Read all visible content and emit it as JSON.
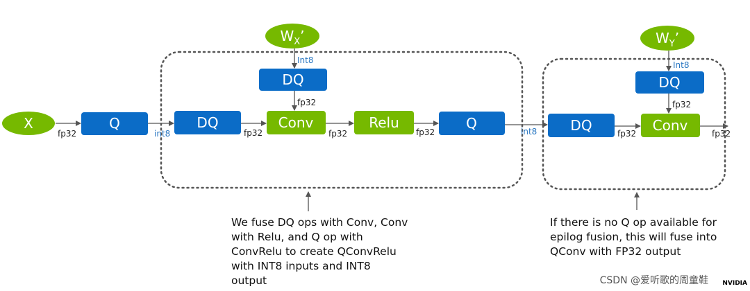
{
  "colors": {
    "green": "#76b900",
    "blue": "#0b6cc7",
    "line": "#555555",
    "dotted": "#555555",
    "int_label": "#2b78c2"
  },
  "nodes": {
    "x": "X",
    "q_input": "Q",
    "dq_left": "DQ",
    "dq_weight_left": "DQ",
    "conv_left": "Conv",
    "relu": "Relu",
    "q_left": "Q",
    "dq_right": "DQ",
    "dq_weight_right": "DQ",
    "conv_right": "Conv",
    "wx_base": "W",
    "wx_sub": "X",
    "wx_prime": "’",
    "wy_base": "W",
    "wy_sub": "Y",
    "wy_prime": "’"
  },
  "edge_labels": {
    "x_to_q": "fp32",
    "q_to_dq": "int8",
    "dq_to_conv": "fp32",
    "wx_to_dq": "Int8",
    "dqw_to_conv": "fp32",
    "conv_to_relu": "fp32",
    "relu_to_q": "fp32",
    "q_to_dq_right": "int8",
    "dq_right_to_conv": "fp32",
    "wy_to_dq": "Int8",
    "dqw_right_to_conv": "fp32",
    "conv_out": "fp32"
  },
  "notes": {
    "left": [
      "We fuse DQ ops with Conv, Conv",
      "with Relu, and Q op with",
      "ConvRelu to create QConvRelu",
      "with INT8 inputs and INT8",
      "output"
    ],
    "right": [
      "If there is no Q op available for",
      "epilog fusion, this will fuse into",
      "QConv with FP32 output"
    ]
  },
  "watermark": "CSDN @爱听歌的周童鞋",
  "logo_text": "NVIDIA"
}
